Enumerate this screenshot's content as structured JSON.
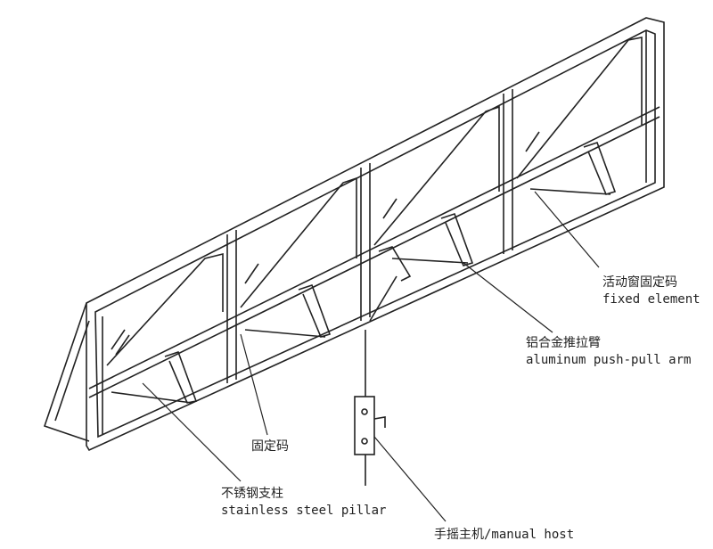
{
  "labels": {
    "fixed_element": {
      "zh": "活动窗固定码",
      "en": "fixed element"
    },
    "push_pull_arm": {
      "zh": "铝合金推拉臂",
      "en": "aluminum push-pull arm"
    },
    "fixing_clip": {
      "zh": "固定码"
    },
    "pillar": {
      "zh": "不锈钢支柱",
      "en": "stainless steel pillar"
    },
    "manual_host": {
      "zh": "手摇主机/manual host"
    }
  },
  "colors": {
    "line": "#222222",
    "background": "#ffffff"
  }
}
